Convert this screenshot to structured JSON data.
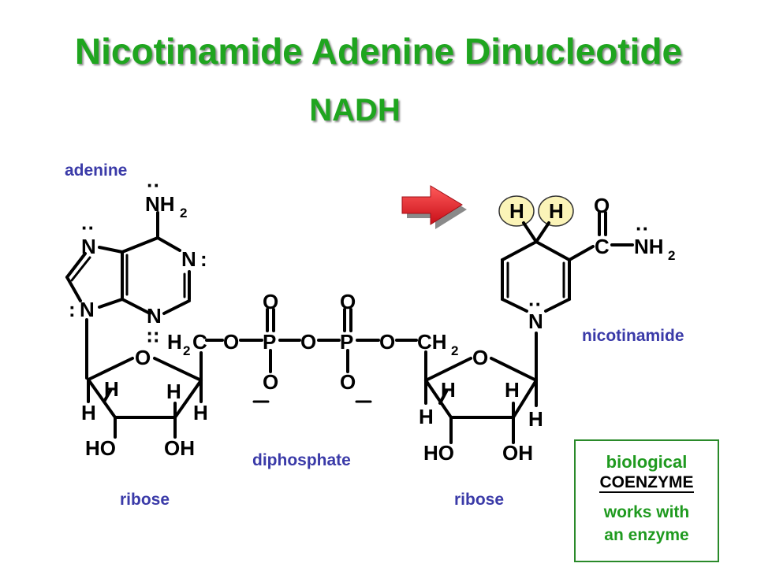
{
  "title": "Nicotinamide Adenine Dinucleotide",
  "subtitle": "NADH",
  "labels": {
    "adenine": "adenine",
    "nicotinamide": "nicotinamide",
    "diphosphate": "diphosphate",
    "ribose_left": "ribose",
    "ribose_right": "ribose"
  },
  "box": {
    "line1": "biological",
    "line2": "COENZYME",
    "line3": "works with",
    "line4": "an enzyme"
  },
  "atoms": {
    "n": "N",
    "o": "O",
    "p": "P",
    "c": "C",
    "h": "H",
    "nh": "NH",
    "two": "2",
    "h2": "H",
    "ch": "CH",
    "ho": "HO",
    "oh": "OH",
    "lone_pair": "··",
    "colon": ":",
    "minus": "–"
  },
  "colors": {
    "title": "#1fa51f",
    "label": "#3a3aa8",
    "arrow": "#e8202a",
    "highlight": "#fbf4b8",
    "box_border": "#2a8a2a"
  }
}
